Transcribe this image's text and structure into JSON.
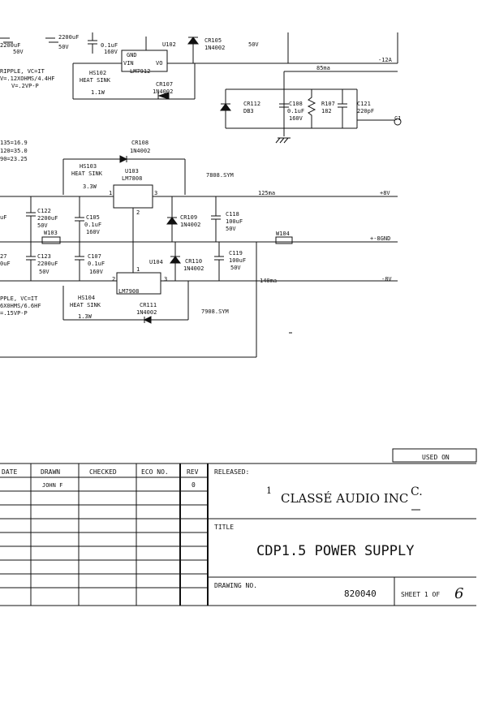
{
  "top": {
    "c_left": "2200uF",
    "c_left_v": "50V",
    "c_left2": "2200uF",
    "c_left2_v": "50V",
    "c_top1": "0.1uF",
    "c_top1_v": "160V",
    "u102": "U102",
    "cr_top": "CR105",
    "cr_top_part": "1N4002",
    "ripple1": "RIPPLE, VC=IT",
    "ripple1b": "V=.12XOHMS/4.4HF",
    "ripple1c": "V=.2VP-P",
    "hs102": "HS102",
    "hs102_b": "HEAT SINK",
    "hs102_c": "1.1W",
    "lm7912": "LM7912",
    "vin": "VIN",
    "gnd": "GND",
    "vo": "VO",
    "cr107": "CR107",
    "cr107_part": "1N4002",
    "v50": "50V",
    "minus12": "-12A",
    "ma85": "85ma",
    "cr112": "CR112",
    "db3": "DB3",
    "c108": "C108",
    "c108_v": "0.1uF",
    "c108_w": "160V",
    "r107": "R107",
    "r107_v": "182",
    "c121": "C121",
    "c121_v": "220pF",
    "c1": "C1"
  },
  "mid": {
    "calc1": "135=16.9",
    "calc2": "120=35.0",
    "calc3": "90=23.25",
    "cr108": "CR108",
    "cr108_part": "1N4002",
    "hs103": "HS103",
    "hs103_b": "HEAT SINK",
    "hs103_c": "3.3W",
    "u103": "U103",
    "lm7808": "LM7808",
    "sym7808": "7808.SYM",
    "ma125": "125ma",
    "plus8": "+8V",
    "cap_left": "uF",
    "c122": "C122",
    "c122_v": "2200uF",
    "c122_w": "50V",
    "c105": "C105",
    "c105_v": "0.1uF",
    "c105_w": "160V",
    "cr109": "CR109",
    "cr109_part": "1N4002",
    "c118": "C118",
    "c118_v": "100uF",
    "c118_w": "50V",
    "w103": "W103",
    "w104": "W104",
    "bgnd": "+-8GND",
    "c27": "27",
    "c27_v": "0uF",
    "c123": "C123",
    "c123_v": "2200uF",
    "c123_w": "50V",
    "c107": "C107",
    "c107_v": "0.1uF",
    "c107_w": "160V",
    "u104": "U104",
    "cr110": "CR110",
    "cr110_part": "1N4002",
    "c119": "C119",
    "c119_v": "100uF",
    "c119_w": "50V",
    "lm7908": "LM7908",
    "ma140": "140ma",
    "minus8": "-8V",
    "ripple2": "PPLE, VC=IT",
    "ripple2b": "6X0HMS/6.6HF",
    "ripple2c": "=.15VP-P",
    "hs104": "HS104",
    "hs104_b": "HEAT SINK",
    "hs104_c": "1.3W",
    "cr111": "CR111",
    "cr111_part": "1N4002",
    "sym7908": "7908.SYM",
    "pin1": "1",
    "pin2": "2",
    "pin3": "3"
  },
  "titleblock": {
    "used_on": "USED ON",
    "headers": [
      "DATE",
      "DRAWN",
      "CHECKED",
      "ECO NO.",
      "REV"
    ],
    "drawn_by": "JOHN F",
    "rev": "0",
    "released": "RELEASED:",
    "company_num": "1",
    "company": "CLASSÉ AUDIO INC",
    "company_mark": "C.",
    "title_label": "TITLE",
    "title": "CDP1.5 POWER SUPPLY",
    "drawing_no_label": "DRAWING NO.",
    "drawing_no": "820040",
    "sheet": "SHEET 1 OF",
    "sheet_total": "6"
  }
}
